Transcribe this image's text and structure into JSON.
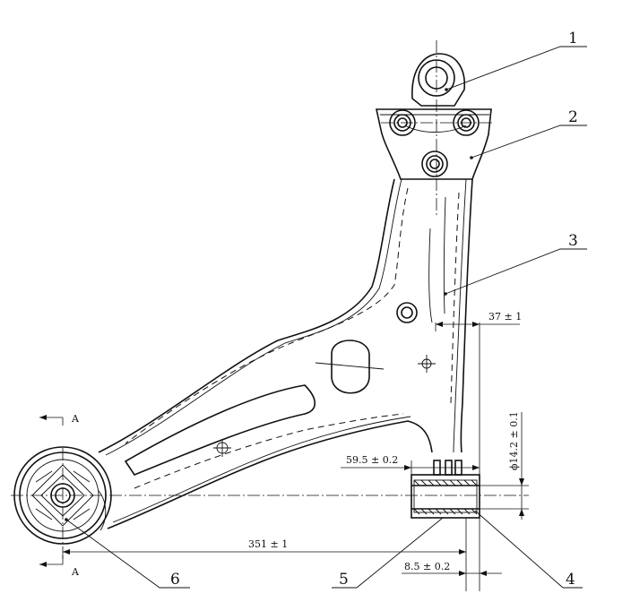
{
  "callouts": [
    "1",
    "2",
    "3",
    "4",
    "5",
    "6"
  ],
  "section_labels": {
    "top": "A",
    "bottom": "A"
  },
  "dimensions": {
    "offset": "37 ± 1",
    "bushing_width": "59.5 ± 0.2",
    "bushing_diameter": "ϕ14.2 ± 0.1",
    "overall_length": "351 ± 1",
    "flange_offset": "8.5 ± 0.2"
  }
}
